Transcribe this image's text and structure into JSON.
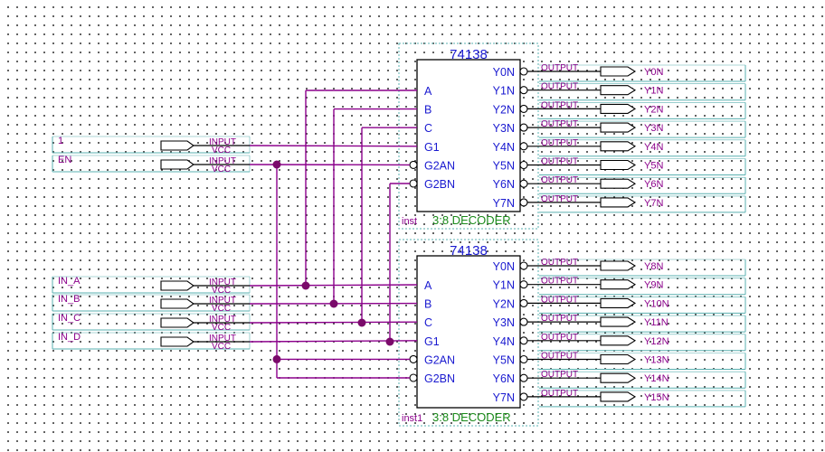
{
  "colors": {
    "wire": "#8b008b",
    "pin_text": "#1a1ad0",
    "title_text": "#1a1ad0",
    "label_text": "#8b008b",
    "symbol_text": "#8b008b",
    "inst_text": "#8b008b",
    "decoder_text": "#1a8a1a",
    "group_border": "#5ab0b0",
    "io_line": "#5ab0b0",
    "junction": "#7a0a6a"
  },
  "decoders": [
    {
      "part": "74138",
      "inst": "inst",
      "desc": "3:8 DECODER",
      "inputs": [
        "A",
        "B",
        "C",
        "G1",
        "G2AN",
        "G2BN"
      ],
      "outputs": [
        "Y0N",
        "Y1N",
        "Y2N",
        "Y3N",
        "Y4N",
        "Y5N",
        "Y6N",
        "Y7N"
      ]
    },
    {
      "part": "74138",
      "inst": "inst1",
      "desc": "3:8 DECODER",
      "inputs": [
        "A",
        "B",
        "C",
        "G1",
        "G2AN",
        "G2BN"
      ],
      "outputs": [
        "Y0N",
        "Y1N",
        "Y2N",
        "Y3N",
        "Y4N",
        "Y5N",
        "Y6N",
        "Y7N"
      ]
    }
  ],
  "input_pins": [
    {
      "name": "1",
      "symbol": "INPUT",
      "default": "VCC"
    },
    {
      "name": "EN",
      "symbol": "INPUT",
      "default": "VCC"
    },
    {
      "name": "IN_A",
      "symbol": "INPUT",
      "default": "VCC"
    },
    {
      "name": "IN_B",
      "symbol": "INPUT",
      "default": "VCC"
    },
    {
      "name": "IN_C",
      "symbol": "INPUT",
      "default": "VCC"
    },
    {
      "name": "IN_D",
      "symbol": "INPUT",
      "default": "VCC"
    }
  ],
  "output_pins": [
    {
      "name": "Y0N",
      "symbol": "OUTPUT"
    },
    {
      "name": "Y1N",
      "symbol": "OUTPUT"
    },
    {
      "name": "Y2N",
      "symbol": "OUTPUT"
    },
    {
      "name": "Y3N",
      "symbol": "OUTPUT"
    },
    {
      "name": "Y4N",
      "symbol": "OUTPUT"
    },
    {
      "name": "Y5N",
      "symbol": "OUTPUT"
    },
    {
      "name": "Y6N",
      "symbol": "OUTPUT"
    },
    {
      "name": "Y7N",
      "symbol": "OUTPUT"
    },
    {
      "name": "Y8N",
      "symbol": "OUTPUT"
    },
    {
      "name": "Y9N",
      "symbol": "OUTPUT"
    },
    {
      "name": "Y10N",
      "symbol": "OUTPUT"
    },
    {
      "name": "Y11N",
      "symbol": "OUTPUT"
    },
    {
      "name": "Y12N",
      "symbol": "OUTPUT"
    },
    {
      "name": "Y13N",
      "symbol": "OUTPUT"
    },
    {
      "name": "Y14N",
      "symbol": "OUTPUT"
    },
    {
      "name": "Y15N",
      "symbol": "OUTPUT"
    }
  ]
}
